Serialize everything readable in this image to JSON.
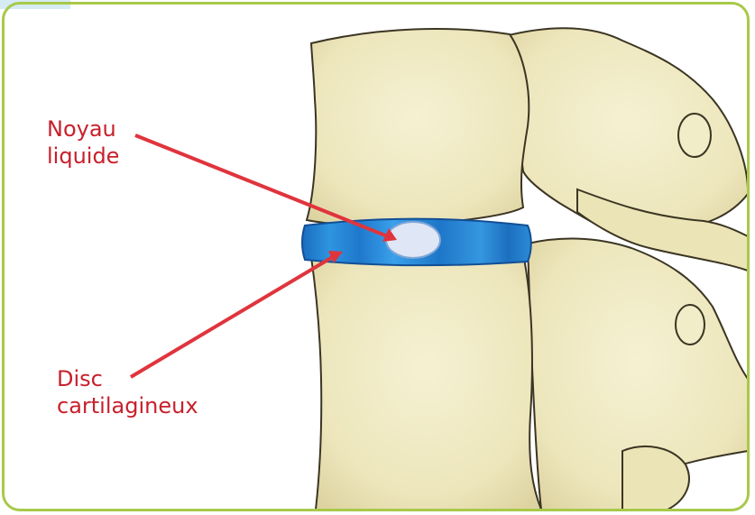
{
  "labels": {
    "nucleus": {
      "line1": "Noyau",
      "line2": "liquide"
    },
    "disc": {
      "line1": "Disc",
      "line2": "cartilagineux"
    }
  },
  "colors": {
    "frame": "#a8c94a",
    "label": "#c8202b",
    "bone": "#f0ebc6",
    "disc": "#1f7fd0",
    "nucleus": "#dfe6f5"
  }
}
